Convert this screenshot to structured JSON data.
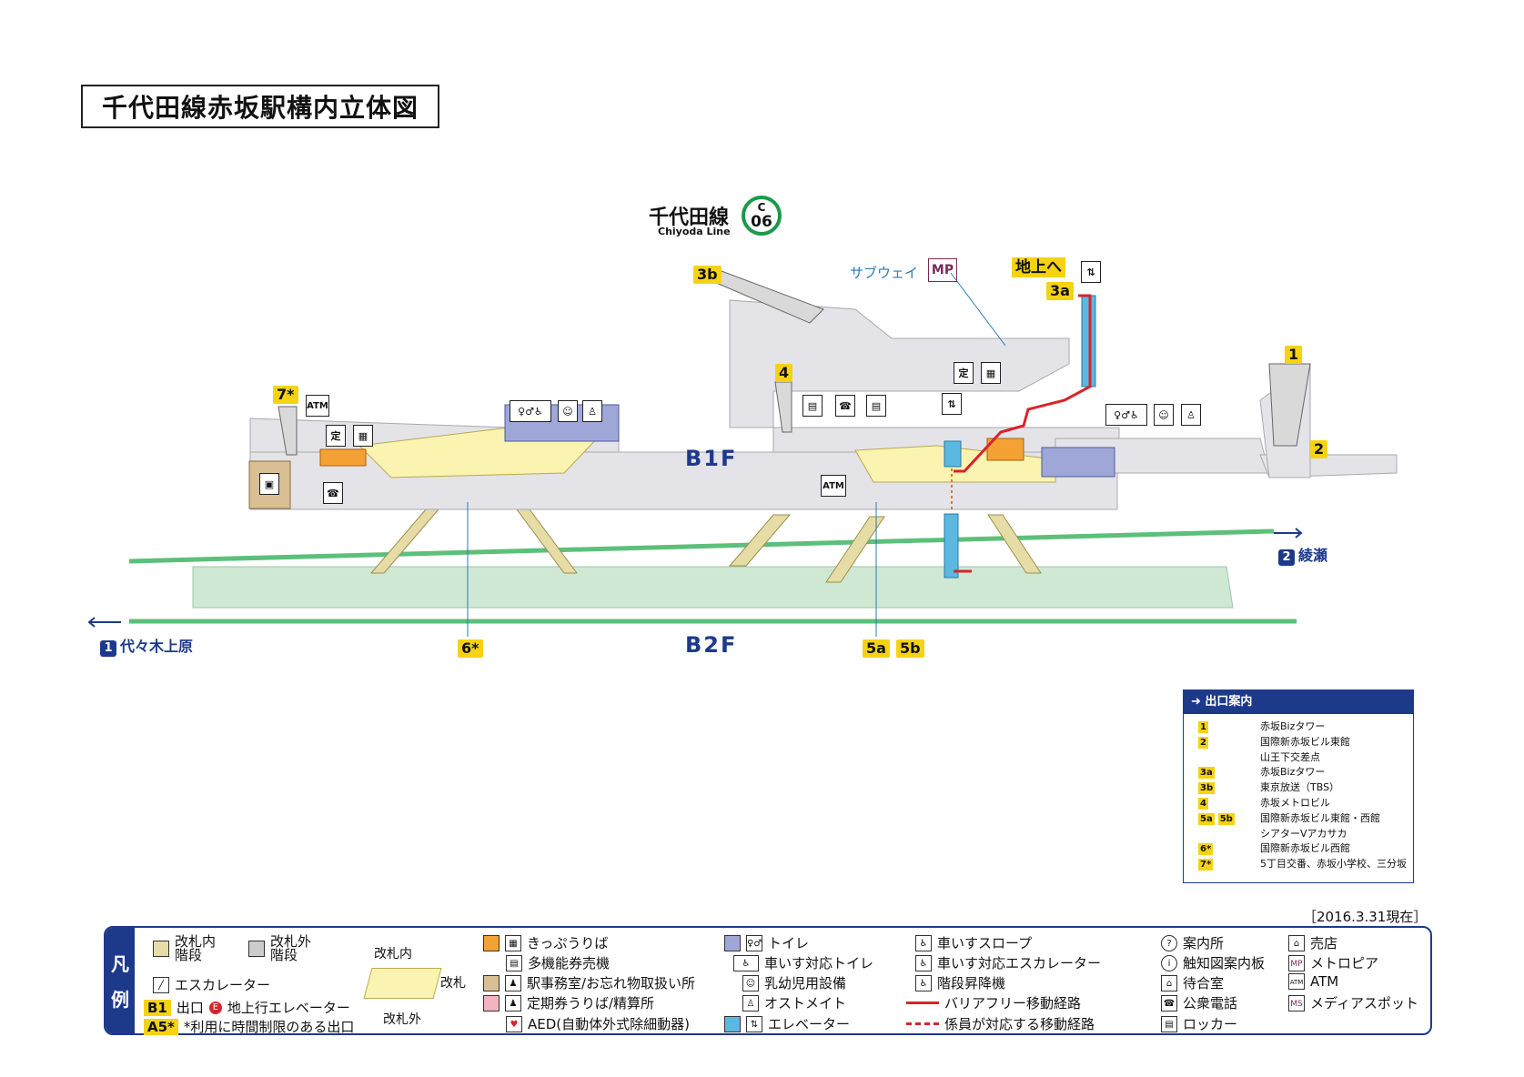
{
  "title": "千代田線赤坂駅構内立体図",
  "line": {
    "name_jp": "千代田線",
    "name_en": "Chiyoda Line",
    "code_letter": "C",
    "code_number": "06",
    "color": "#1a9a48"
  },
  "floors": {
    "b1": "B1F",
    "b2": "B2F"
  },
  "directions": {
    "left_num": "1",
    "left": "代々木上原",
    "right_num": "2",
    "right": "綾瀬"
  },
  "map_labels": {
    "subway": "サブウェイ",
    "mp": "MP",
    "to_ground": "地上へ",
    "atm": "ATM"
  },
  "exit_tags": [
    "3b",
    "3a",
    "1",
    "2",
    "4",
    "7*",
    "6*",
    "5a",
    "5b"
  ],
  "exit_guide": {
    "heading": "出口案内",
    "rows": [
      {
        "tags": [
          "1"
        ],
        "text": "赤坂Bizタワー"
      },
      {
        "tags": [
          "2"
        ],
        "text": "国際新赤坂ビル東館"
      },
      {
        "tags": [],
        "text": "山王下交差点"
      },
      {
        "tags": [
          "3a"
        ],
        "text": "赤坂Bizタワー"
      },
      {
        "tags": [
          "3b"
        ],
        "text": "東京放送（TBS）"
      },
      {
        "tags": [
          "4"
        ],
        "text": "赤坂メトロビル"
      },
      {
        "tags": [
          "5a",
          "5b"
        ],
        "text": "国際新赤坂ビル東館・西館"
      },
      {
        "tags": [],
        "text": "シアターVアカサカ"
      },
      {
        "tags": [
          "6*"
        ],
        "text": "国際新赤坂ビル西館"
      },
      {
        "tags": [
          "7*"
        ],
        "text": "5丁目交番、赤坂小学校、三分坂"
      }
    ]
  },
  "date": "［2016.3.31現在］",
  "legend": {
    "side": [
      "凡",
      "例"
    ],
    "items": {
      "stairs_in": "改札内階段",
      "stairs_out": "改札外階段",
      "escalator": "エスカレーター",
      "exit_sample": "B1",
      "exit": "出口",
      "e_mark": "E",
      "elevator_ground": "地上行エレベーター",
      "restricted_sample": "A5*",
      "restricted": "*利用に時間制限のある出口",
      "gate_in": "改札内",
      "gate": "改札",
      "gate_out": "改札外",
      "ticket_area": "きっぷうりば",
      "multi_ticket": "多機能券売機",
      "station_office": "駅事務室/お忘れ物取扱い所",
      "pass_office": "定期券うりば/精算所",
      "aed": "AED(自動体外式除細動器)",
      "toilet": "トイレ",
      "wc_toilet": "車いす対応トイレ",
      "baby": "乳幼児用設備",
      "ostomate": "オストメイト",
      "elevator": "エレベーター",
      "slope": "車いすスロープ",
      "wc_escalator": "車いす対応エスカレーター",
      "stair_lift": "階段昇降機",
      "barrier_free": "バリアフリー移動経路",
      "staff_route": "係員が対応する移動経路",
      "info": "案内所",
      "tactile": "触知図案内板",
      "waiting": "待合室",
      "phone": "公衆電話",
      "locker": "ロッカー",
      "shop": "売店",
      "metropia": "メトロピア",
      "atm": "ATM",
      "media": "メディアスポット",
      "mp_icon": "MP",
      "atm_icon": "ATM",
      "ms_icon": "MS"
    }
  },
  "colors": {
    "accent": "#1d3a8a",
    "exit_tag": "#f5d313",
    "track": "#5cbf7a",
    "platform": "#cfe8d3",
    "concourse": "#e4e3e8",
    "gate_area": "#fbf3b0",
    "route": "#d8232a"
  }
}
